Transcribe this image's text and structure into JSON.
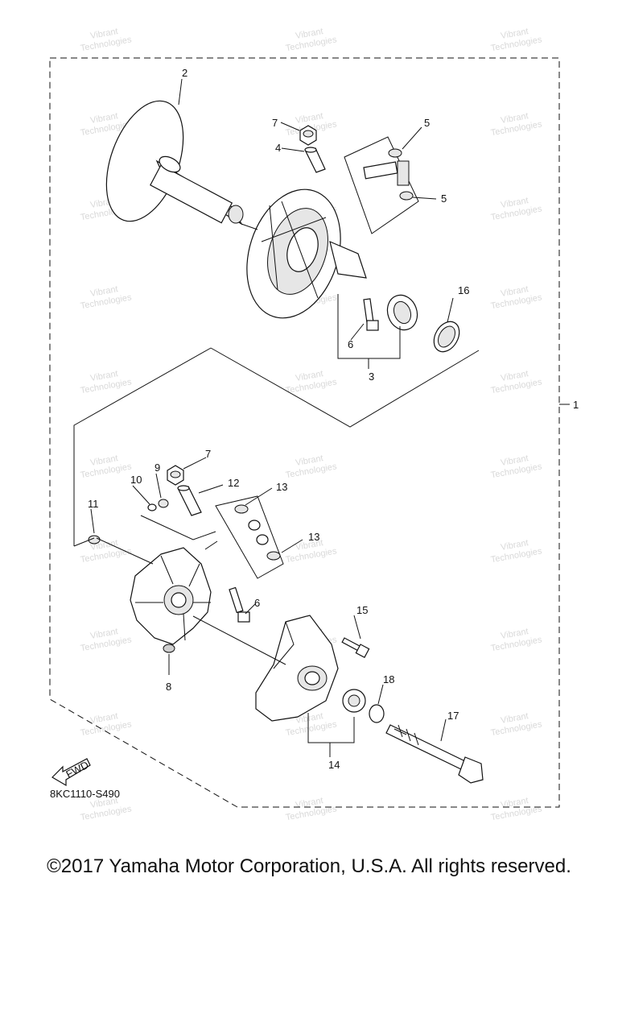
{
  "diagram": {
    "callouts": [
      "1",
      "2",
      "3",
      "4",
      "5",
      "5",
      "6",
      "7",
      "16",
      "7",
      "9",
      "10",
      "11",
      "12",
      "13",
      "13",
      "6",
      "8",
      "15",
      "18",
      "17",
      "14"
    ],
    "fwd_label": "FWD",
    "code": "8KC1110-S490"
  },
  "copyright": "©2017 Yamaha Motor Corporation, U.S.A. All rights reserved.",
  "watermark": {
    "line1": "Vibrant",
    "line2": "Technologies"
  }
}
